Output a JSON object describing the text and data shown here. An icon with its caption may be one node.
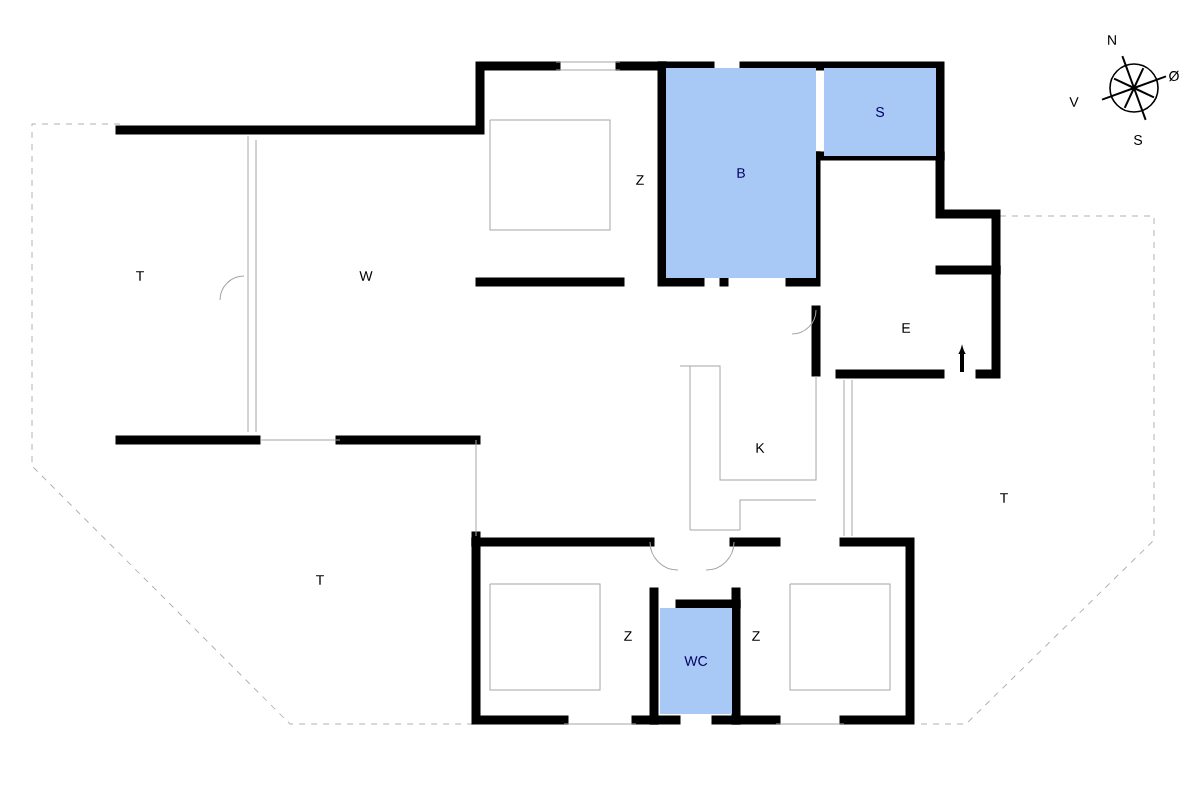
{
  "diagram": {
    "nodes": [
      {
        "text": [
          "B"
        ]
      },
      {
        "text": [
          "S"
        ]
      },
      {
        "text": [
          "WC"
        ]
      }
    ],
    "labels": [
      "N",
      "V",
      "Ø",
      "S",
      "Z",
      "T",
      "W",
      "E",
      "K",
      "T",
      "T",
      "Z",
      "Z"
    ]
  }
}
